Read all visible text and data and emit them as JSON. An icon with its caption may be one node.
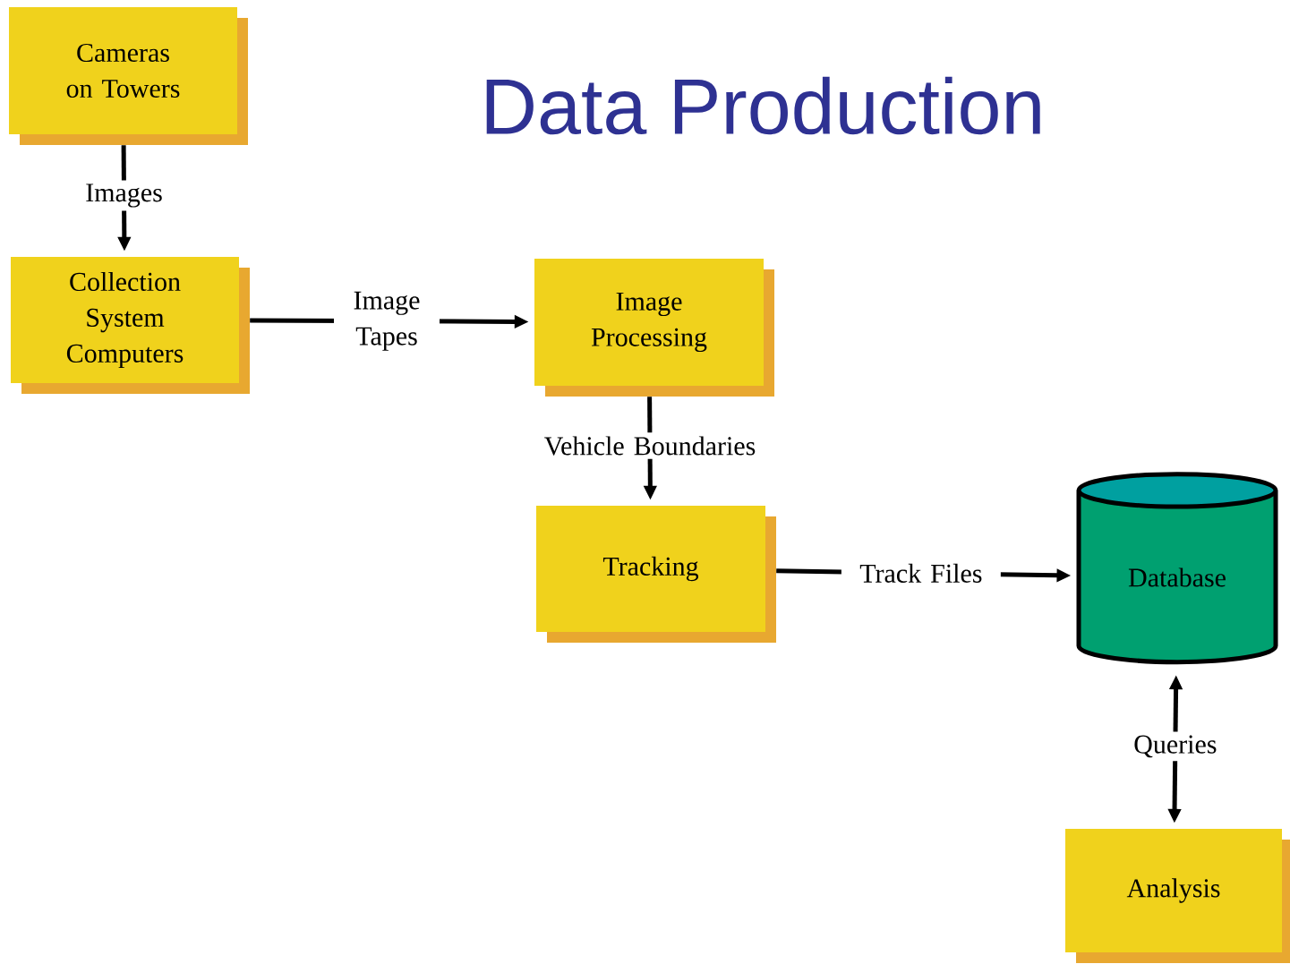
{
  "diagram": {
    "title": "Data Production",
    "nodes": [
      {
        "text": [
          "Cameras on Towers"
        ]
      },
      {
        "text": [
          "Collection System Computers"
        ]
      },
      {
        "text": [
          "Image Processing"
        ]
      },
      {
        "text": [
          "Tracking"
        ]
      },
      {
        "text": [
          "Database"
        ]
      },
      {
        "text": [
          "Analysis"
        ]
      }
    ],
    "edges": [
      {
        "from": 0,
        "to": 1,
        "arrow": "to",
        "label": "Images"
      },
      {
        "from": 1,
        "to": 2,
        "arrow": "to",
        "label": "Image Tapes"
      },
      {
        "from": 2,
        "to": 3,
        "arrow": "to",
        "label": "Vehicle Boundaries"
      },
      {
        "from": 3,
        "to": 4,
        "arrow": "to",
        "label": "Track Files"
      },
      {
        "from": 4,
        "to": 5,
        "arrow": "both",
        "label": "Queries"
      }
    ]
  }
}
